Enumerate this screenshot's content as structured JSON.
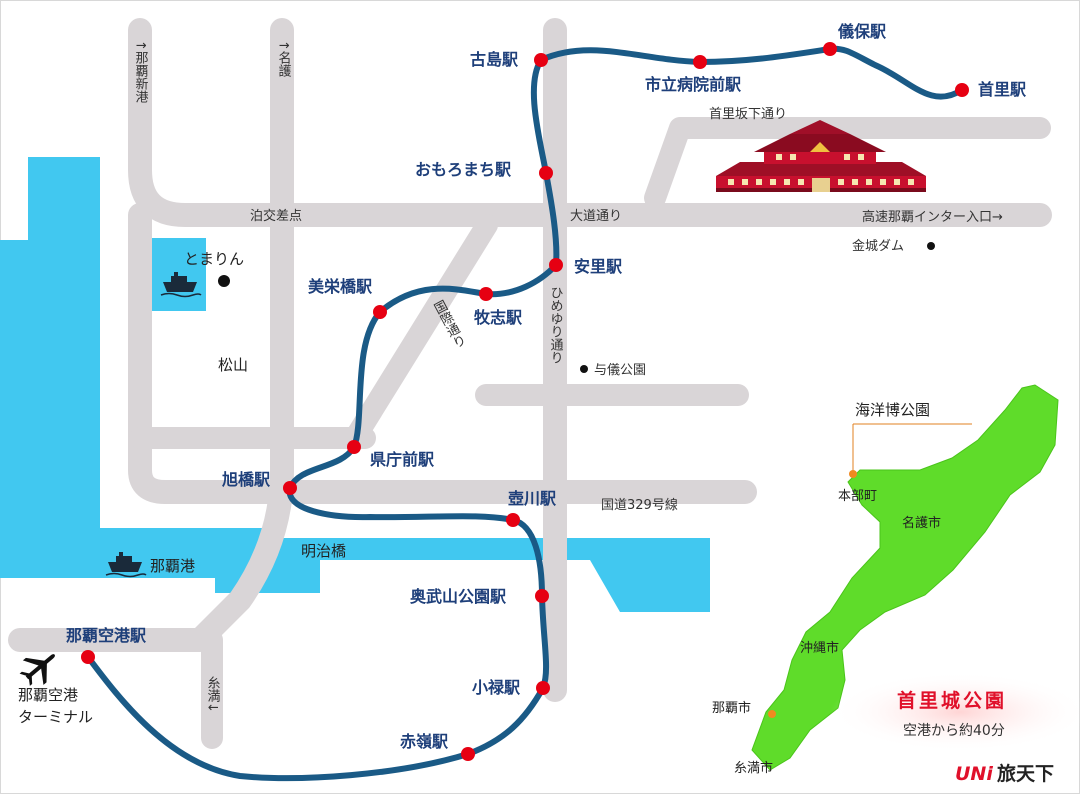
{
  "colors": {
    "rail": "#1a5a86",
    "station": "#e60012",
    "water": "#41c8f0",
    "road": "#d9d5d7",
    "island": "#5fdc2a",
    "label": "#1e3f7a",
    "brand_red": "#e0102a"
  },
  "stations": {
    "shuri": "首里駅",
    "gibo": "儀保駅",
    "shiritsu": "市立病院前駅",
    "furujima": "古島駅",
    "omoromachi": "おもろまち駅",
    "asato": "安里駅",
    "makishi": "牧志駅",
    "miebashi": "美栄橋駅",
    "kenchomae": "県庁前駅",
    "asahibashi": "旭橋駅",
    "tsubogawa": "壺川駅",
    "onoyama": "奥武山公園駅",
    "oroku": "小禄駅",
    "akamine": "赤嶺駅",
    "airport": "那覇空港駅"
  },
  "roads": {
    "naha_shinko": "↑那覇新港",
    "nago": "↑名護",
    "itoman": "糸満↓",
    "shurizaka": "首里坂下通り",
    "tomari": "泊交差点",
    "odo": "大道通り",
    "kosoku": "高速那覇インター入口→",
    "kokusai": "国際通り",
    "himeyuri": "ひめゆり通り",
    "route329": "国道329号線"
  },
  "places": {
    "tomarin": "とまりん",
    "matsuyama": "松山",
    "yogi": "与儀公園",
    "kinjo_dam": "金城ダム",
    "meiji_bridge": "明治橋",
    "naha_port": "那覇港",
    "airport_terminal": [
      "那覇空港",
      "ターミナル"
    ]
  },
  "inset": {
    "kaiyohaku": "海洋博公園",
    "motobu": "本部町",
    "nago_city": "名護市",
    "okinawa_city": "沖縄市",
    "naha_city": "那覇市",
    "itoman_city": "糸満市",
    "shuri_park": "首里城公園",
    "airport_time": "空港から約40分"
  },
  "brand": {
    "logo_text": "UNi",
    "name": "旅天下"
  },
  "icons": [
    "ship-icon",
    "airplane-icon",
    "castle-icon",
    "location-dot-icon"
  ]
}
